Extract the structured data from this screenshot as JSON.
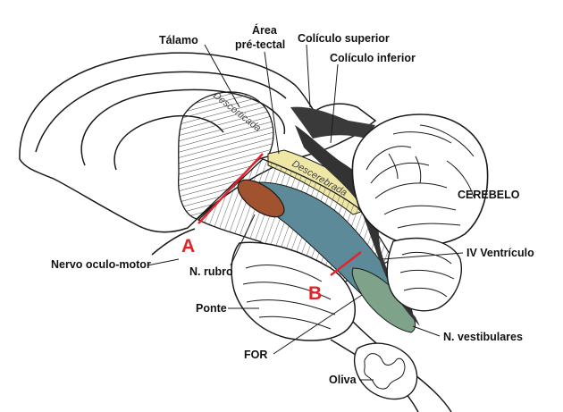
{
  "labels": {
    "talamo": "Tálamo",
    "area_line1": "Área",
    "area_line2": "pré-tectal",
    "coliculo_superior": "Colículo superior",
    "coliculo_inferior": "Colículo inferior",
    "cerebelo": "CEREBELO",
    "iv_ventriculo": "IV Ventrículo",
    "nervo_oculo_motor": "Nervo oculo-motor",
    "n_rubro": "N. rubro",
    "ponte": "Ponte",
    "n_vestibulares": "N. vestibulares",
    "for": "FOR",
    "oliva": "Oliva",
    "descorticada": "Descorticada",
    "descerebrada": "Descerebrada",
    "marker_a": "A",
    "marker_b": "B"
  },
  "colors": {
    "cut_line": "#e8202a",
    "marker_text": "#e0242c",
    "n_rubro_fill": "#a0532e",
    "reticular_fill": "#5d8a98",
    "vestibular_fill": "#7fa28a",
    "pretectal_fill": "#efe7a6",
    "ventricle_fill": "#333333"
  }
}
